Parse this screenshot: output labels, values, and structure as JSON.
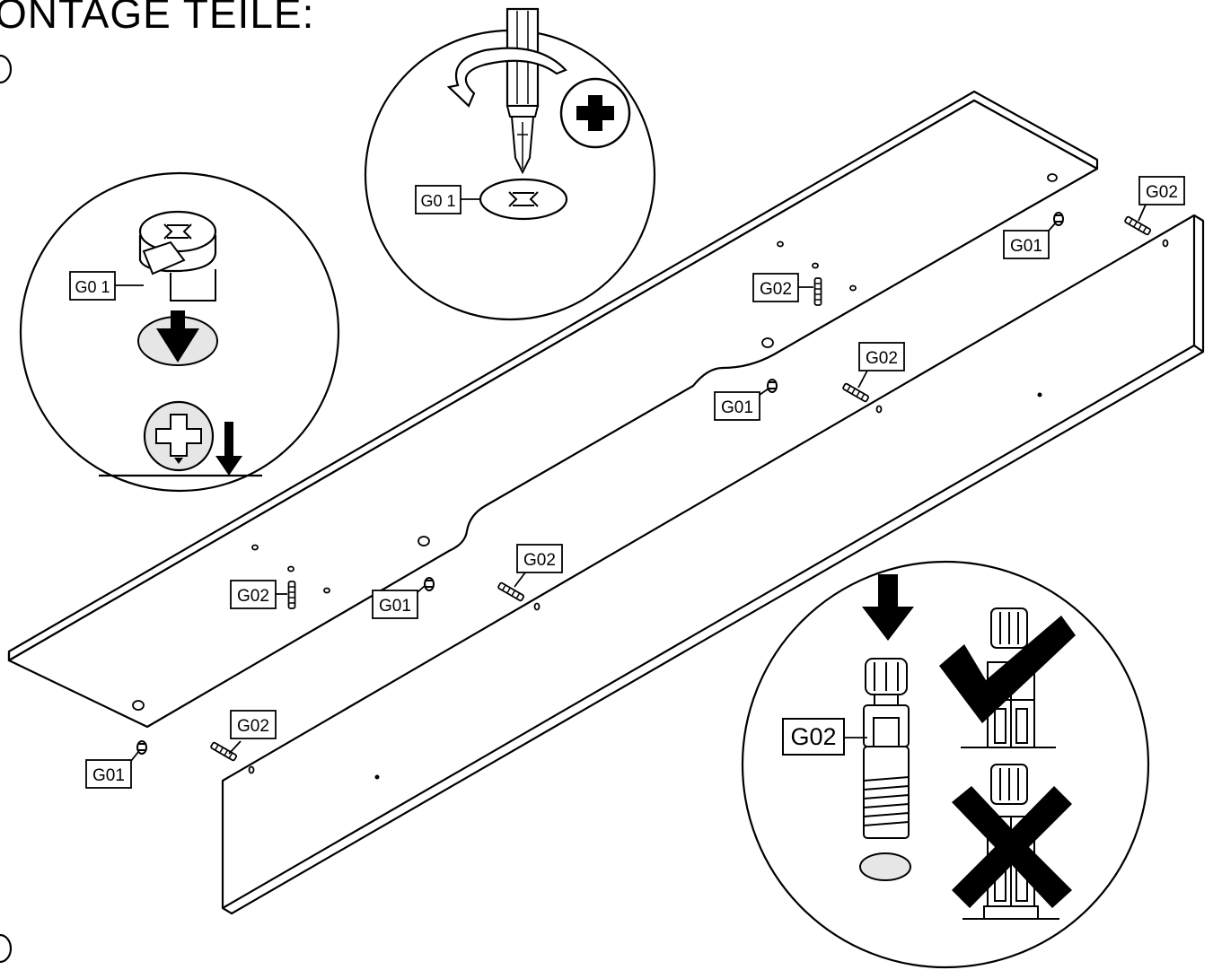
{
  "heading": {
    "title": "ONTAGE TEILE:"
  },
  "part_codes": {
    "cam_lock": "G01",
    "dowel": "G02",
    "cam_lock_spaced": "G0 1"
  },
  "symbols": {
    "turn": "rotate-arrow-icon",
    "phillips": "phillips-plus-icon",
    "press_down": "down-arrow-icon",
    "correct": "checkmark-icon",
    "incorrect": "cross-icon"
  }
}
